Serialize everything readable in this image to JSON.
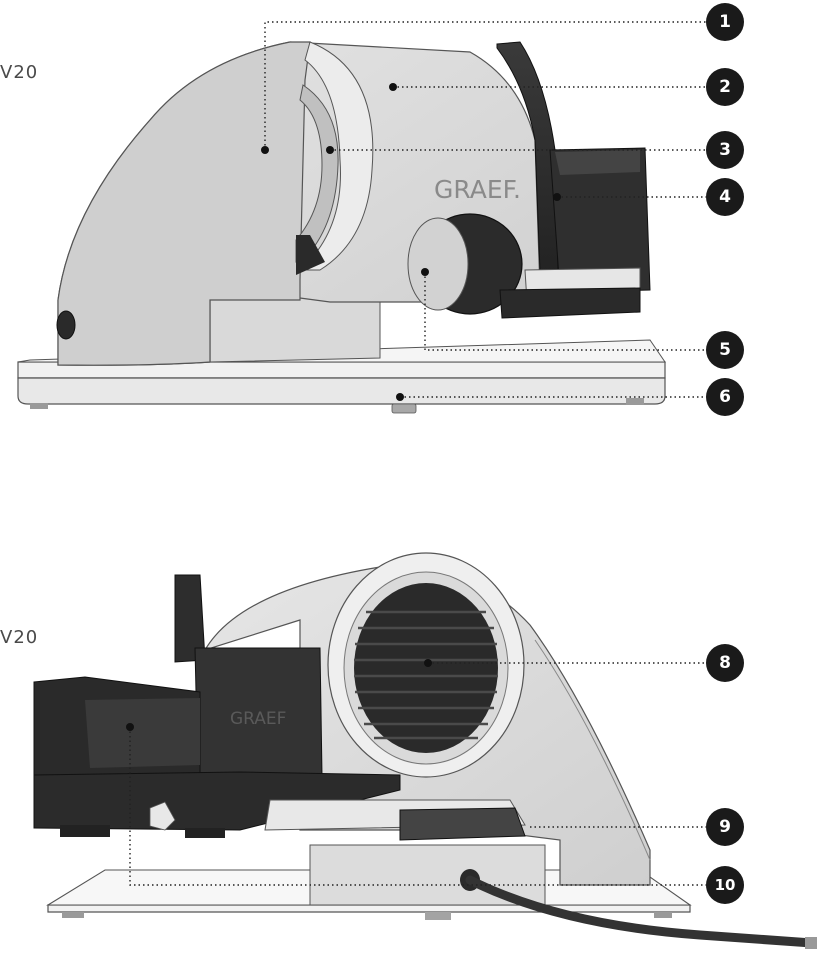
{
  "model_labels": {
    "top": "V20",
    "bottom": "V20"
  },
  "brand": {
    "top_logo": "GRAEF.",
    "bottom_logo": "GRAEF"
  },
  "callouts": [
    "1",
    "2",
    "3",
    "4",
    "5",
    "6",
    "8",
    "9",
    "10"
  ],
  "colors": {
    "body_light": "#dddddd",
    "body_shadow": "#c6c6c6",
    "dark_part": "#2f2f2f",
    "callout_fill": "#1a1a1a",
    "leader_line": "#222222"
  }
}
